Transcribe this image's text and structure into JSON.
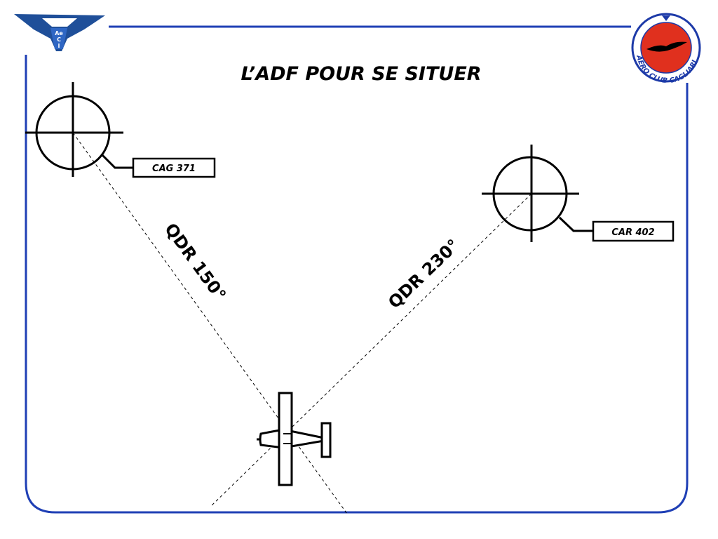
{
  "slide": {
    "title": "L’ADF POUR SE SITUER",
    "frame_color": "#1f3fb5",
    "logo_left": {
      "lines": [
        "Ae",
        "C",
        "I"
      ],
      "color": "#1f4f99"
    },
    "logo_right": {
      "ring_text": "AERO CLUB CAGLIARI",
      "fill_color": "#e0301e",
      "ring_color": "#1d3aa8"
    }
  },
  "beacons": [
    {
      "label": "CAG 371"
    },
    {
      "label": "CAR 402"
    }
  ],
  "bearings": [
    {
      "label": "QDR 150°"
    },
    {
      "label": "QDR 230°"
    }
  ],
  "aircraft": {
    "icon": "airplane-top-view-icon"
  }
}
